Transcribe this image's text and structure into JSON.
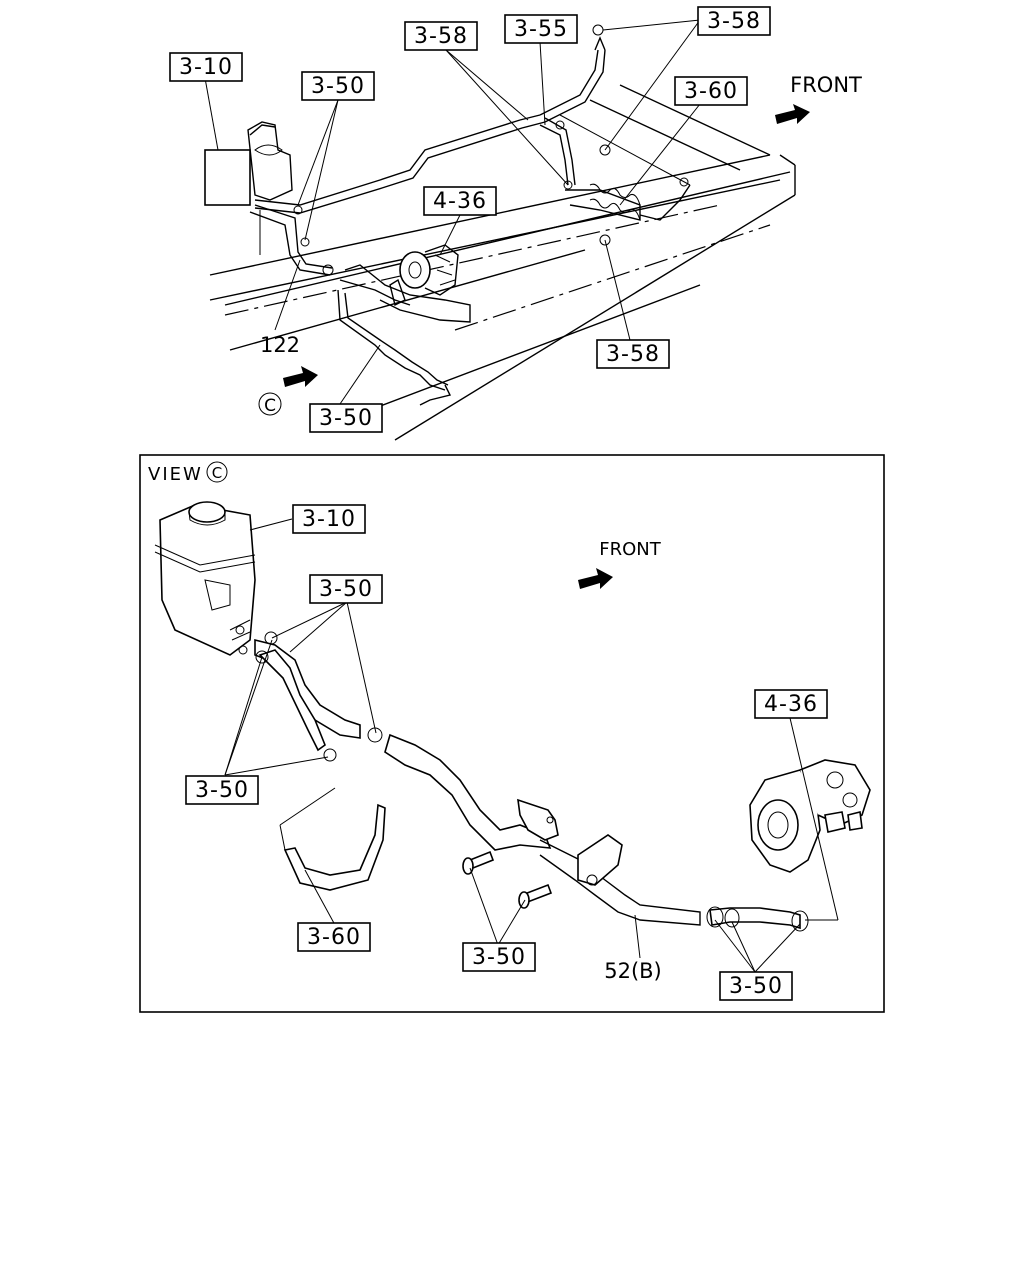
{
  "top_view": {
    "callouts": {
      "reservoir": "3-10",
      "clamps_upper": "3-50",
      "pipe_upper_left": "3-58",
      "pipe_upper_mid": "3-55",
      "nut_upper_right": "3-58",
      "cooler": "3-60",
      "pump": "4-36",
      "bracket_lower": "3-58",
      "hose_lower": "3-50"
    },
    "part_number_122": "122",
    "front_label": "FRONT",
    "view_marker": "C"
  },
  "detail_view": {
    "title_prefix": "VIEW",
    "title_marker": "C",
    "front_label": "FRONT",
    "callouts": {
      "reservoir": "3-10",
      "clamps_top": "3-50",
      "clamps_left": "3-50",
      "cooler": "3-60",
      "bolts": "3-50",
      "pump": "4-36",
      "clamps_right": "3-50"
    },
    "hose_label": "52(B)"
  },
  "icons": [
    "front-arrow-icon",
    "circled-c-marker"
  ]
}
